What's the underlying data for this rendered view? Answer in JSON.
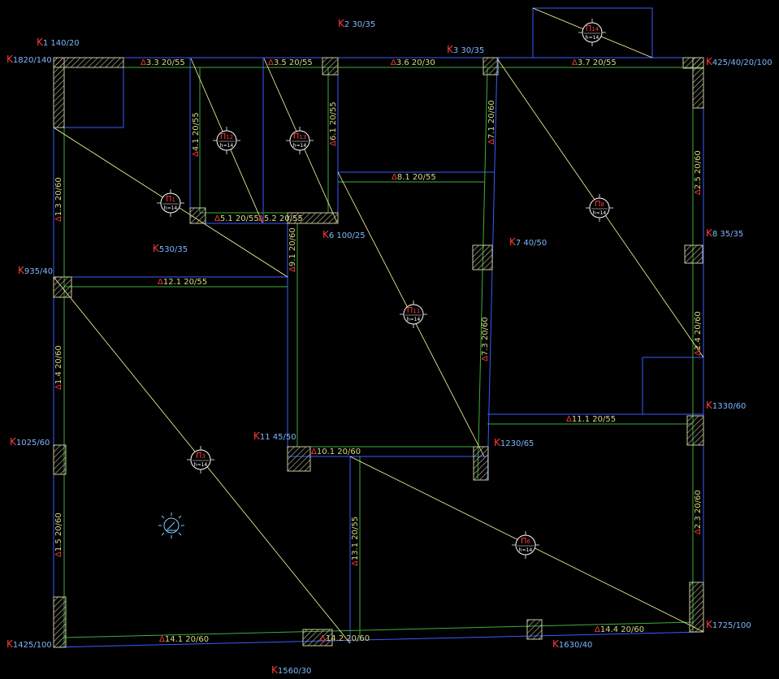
{
  "colors": {
    "background": "#000000",
    "outline": "#3a5bff",
    "beam": "#3cae3c",
    "diagonal": "#ffffa0",
    "hatch": "#c8c8a0",
    "column_label_prefix": "#ff3a3a",
    "column_label_dims": "#7fb6ff",
    "beam_label": "#d8d880"
  },
  "columns": [
    {
      "id": "k1",
      "prefix": "K",
      "text": "1 140/20"
    },
    {
      "id": "k2",
      "prefix": "K",
      "text": "2 30/35"
    },
    {
      "id": "k3",
      "prefix": "K",
      "text": "3 30/35"
    },
    {
      "id": "k4",
      "prefix": "K",
      "text": "425/40/20/100"
    },
    {
      "id": "k5",
      "prefix": "K",
      "text": "530/35"
    },
    {
      "id": "k6",
      "prefix": "K",
      "text": "6 100/25"
    },
    {
      "id": "k7",
      "prefix": "K",
      "text": "7 40/50"
    },
    {
      "id": "k8",
      "prefix": "K",
      "text": "8 35/35"
    },
    {
      "id": "k9",
      "prefix": "K",
      "text": "935/40"
    },
    {
      "id": "k10",
      "prefix": "K",
      "text": "1025/60"
    },
    {
      "id": "k11",
      "prefix": "K",
      "text": "11 45/50"
    },
    {
      "id": "k12",
      "prefix": "K",
      "text": "1230/65"
    },
    {
      "id": "k13",
      "prefix": "K",
      "text": "1330/60"
    },
    {
      "id": "k14",
      "prefix": "K",
      "text": "1425/100"
    },
    {
      "id": "k15",
      "prefix": "K",
      "text": "1560/30"
    },
    {
      "id": "k16",
      "prefix": "K",
      "text": "1630/40"
    },
    {
      "id": "k17",
      "prefix": "K",
      "text": "1725/100"
    },
    {
      "id": "k18",
      "prefix": "K",
      "text": "1820/140"
    }
  ],
  "beams": [
    {
      "id": "b3-3",
      "delta": "Δ",
      "text": "3.3  20/55"
    },
    {
      "id": "b3-5",
      "delta": "Δ",
      "text": "3.5  20/55"
    },
    {
      "id": "b3-6",
      "delta": "Δ",
      "text": "3.6  20/30"
    },
    {
      "id": "b3-7",
      "delta": "Δ",
      "text": "3.7  20/55"
    },
    {
      "id": "b4-1",
      "delta": "Δ",
      "text": "4.1  20/55"
    },
    {
      "id": "b6-1",
      "delta": "Δ",
      "text": "6.1  20/55"
    },
    {
      "id": "b7-1",
      "delta": "Δ",
      "text": "7.1  20/60"
    },
    {
      "id": "b2-5",
      "delta": "Δ",
      "text": "2.5  20/60"
    },
    {
      "id": "b1-3",
      "delta": "Δ",
      "text": "1.3  20/60"
    },
    {
      "id": "b8-1",
      "delta": "Δ",
      "text": "8.1  20/55"
    },
    {
      "id": "b5-1",
      "delta": "Δ",
      "text": "5.1  20/55"
    },
    {
      "id": "b5-2",
      "delta": "Δ",
      "text": "5.2  20/55"
    },
    {
      "id": "b9-1",
      "delta": "Δ",
      "text": "9.1  20/60"
    },
    {
      "id": "b12-1",
      "delta": "Δ",
      "text": "12.1  20/55"
    },
    {
      "id": "b7-3",
      "delta": "Δ",
      "text": "7.3  20/60"
    },
    {
      "id": "b2-4",
      "delta": "Δ",
      "text": "2.4  20/60"
    },
    {
      "id": "b1-4",
      "delta": "Δ",
      "text": "1.4  20/60"
    },
    {
      "id": "b11-1",
      "delta": "Δ",
      "text": "11.1  20/55"
    },
    {
      "id": "b10-1",
      "delta": "Δ",
      "text": "10.1  20/60"
    },
    {
      "id": "b2-3",
      "delta": "Δ",
      "text": "2.3  20/60"
    },
    {
      "id": "b1-5",
      "delta": "Δ",
      "text": "1.5  20/60"
    },
    {
      "id": "b13-1",
      "delta": "Δ",
      "text": "13.1  20/55"
    },
    {
      "id": "b14-1",
      "delta": "Δ",
      "text": "14.1  20/60"
    },
    {
      "id": "b14-2",
      "delta": "Δ",
      "text": "14.2  20/60"
    },
    {
      "id": "b14-4",
      "delta": "Δ",
      "text": "14.4  20/60"
    }
  ],
  "slabs": [
    {
      "id": "p14",
      "prefix": "П",
      "num": "14",
      "h": "h=14"
    },
    {
      "id": "p12",
      "prefix": "П",
      "num": "12",
      "h": "h=14"
    },
    {
      "id": "p13",
      "prefix": "П",
      "num": "13",
      "h": "h=14"
    },
    {
      "id": "p1",
      "prefix": "П",
      "num": "1",
      "h": "h=14"
    },
    {
      "id": "p8",
      "prefix": "П",
      "num": "8",
      "h": "h=14"
    },
    {
      "id": "p11",
      "prefix": "П",
      "num": "11",
      "h": "h=14"
    },
    {
      "id": "p3",
      "prefix": "П",
      "num": "3",
      "h": "h=14"
    },
    {
      "id": "p6",
      "prefix": "П",
      "num": "6",
      "h": "h=14"
    }
  ]
}
